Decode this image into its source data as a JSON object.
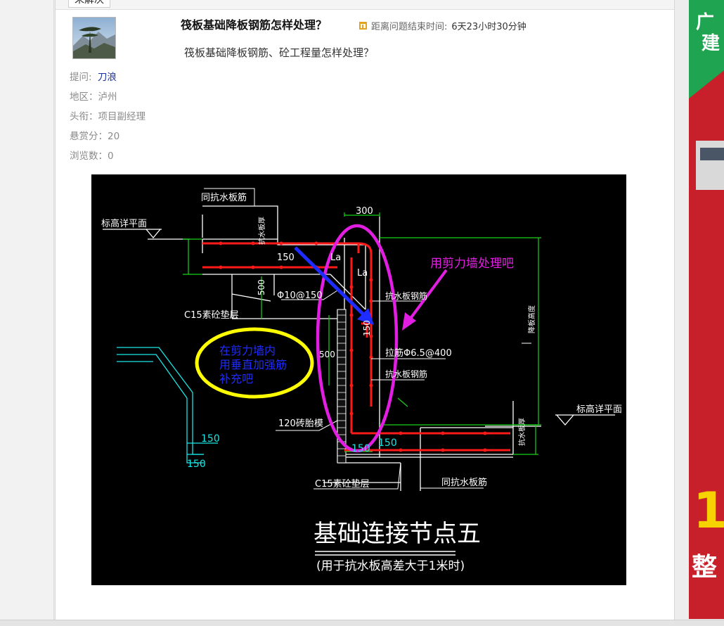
{
  "header": {
    "tab_label": "未解决"
  },
  "question": {
    "title": "筏板基础降板钢筋怎样处理？",
    "timer_prefix": "距离问题结束时间:",
    "timer_value": "6天23小时30分钟",
    "body": "筏板基础降板钢筋、砼工程量怎样处理？"
  },
  "asker": {
    "asker_label": "提问:",
    "asker_name": "刀浪",
    "region": "地区：泸州",
    "title": "头衔：项目副经理",
    "bounty": "悬赏分：20",
    "views": "浏览数：0"
  },
  "drawing": {
    "label_same_plate_top": "同抗水板筋",
    "label_elev_left": "标高详平面",
    "label_thick_left": "抗水板厚",
    "dim_300": "300",
    "dim_150_a": "150",
    "label_la_1": "La",
    "label_la_2": "La",
    "dim_500_a": "500",
    "label_phi10": "Φ10@150",
    "label_c15_left": "C15素砼垫层",
    "label_anti_bar_1": "抗水板钢筋",
    "dim_150_b": "150",
    "label_tie": "拉筋Φ6.5@400",
    "label_anti_bar_2": "抗水板钢筋",
    "dim_500_b": "500",
    "label_brick": "120砖胎模",
    "label_elev_diff": "降板高度",
    "label_elev_right": "标高详平面",
    "label_thick_right": "抗水板厚",
    "dim_150_c": "150",
    "dim_150_d": "150",
    "dim_150_e": "150",
    "dim_150_f": "150",
    "label_c15_bottom": "C15素砼垫层",
    "label_same_plate_bottom": "同抗水板筋",
    "annotation_shear_wall": "用剪力墙处理吧",
    "annotation_inside_1": "在剪力墙内",
    "annotation_inside_2": "用垂直加强筋",
    "annotation_inside_3": "补充吧",
    "big_title": "基础连接节点五",
    "sub_title": "(用于抗水板高差大于1米时)",
    "colors": {
      "background": "#000000",
      "rebar": "#ff1a1a",
      "lines": "#ffffff",
      "dimension": "#19e5e5",
      "green": "#19d219",
      "magenta": "#e21ee2",
      "yellow": "#ffff00",
      "blue": "#1f2cff"
    }
  },
  "ad": {
    "text_1": "广",
    "text_2": "建",
    "text_3": "1",
    "text_4": "整"
  }
}
